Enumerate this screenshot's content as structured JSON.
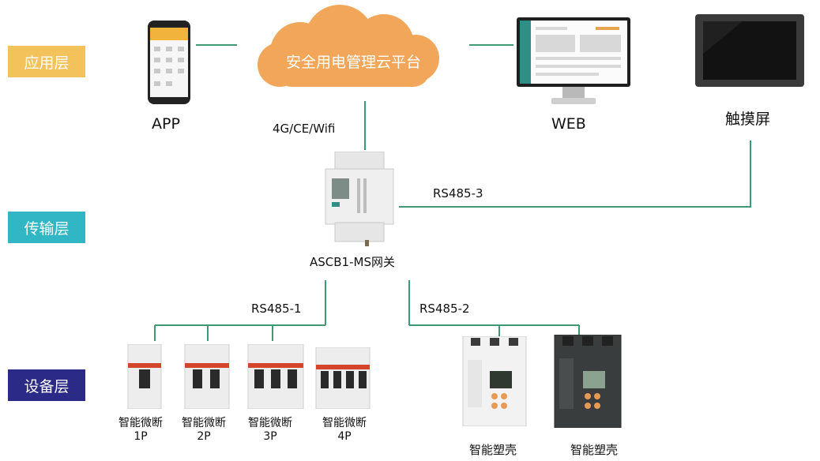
{
  "layers": {
    "application": {
      "label": "应用层",
      "color": "#F3C25B"
    },
    "transport": {
      "label": "传输层",
      "color": "#31B6C6"
    },
    "device": {
      "label": "设备层",
      "color": "#2B2A86"
    }
  },
  "cloud": {
    "label": "安全用电管理云平台",
    "color": "#F2A65A"
  },
  "top_nodes": {
    "app": "APP",
    "web": "WEB",
    "touch": "触摸屏"
  },
  "links": {
    "uplink": "4G/CE/Wifi",
    "rs485_3": "RS485-3",
    "rs485_1": "RS485-1",
    "rs485_2": "RS485-2"
  },
  "gateway": {
    "label": "ASCB1-MS网关"
  },
  "breakers": [
    {
      "line1": "智能微断",
      "line2": "1P"
    },
    {
      "line1": "智能微断",
      "line2": "2P"
    },
    {
      "line1": "智能微断",
      "line2": "3P"
    },
    {
      "line1": "智能微断",
      "line2": "4P"
    }
  ],
  "mccbs": [
    {
      "label": "智能塑壳"
    },
    {
      "label": "智能塑壳"
    }
  ],
  "colors": {
    "wire": "#3E9A73"
  }
}
